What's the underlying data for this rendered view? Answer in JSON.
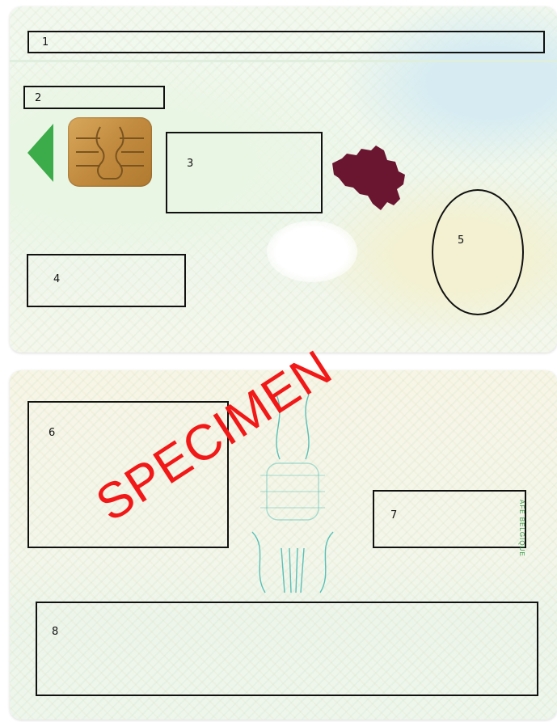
{
  "front": {
    "fields": [
      {
        "number": "1"
      },
      {
        "number": "2"
      },
      {
        "number": "3"
      },
      {
        "number": "4"
      },
      {
        "number": "5"
      }
    ]
  },
  "back": {
    "fields": [
      {
        "number": "6"
      },
      {
        "number": "7"
      },
      {
        "number": "8"
      }
    ],
    "edge_microtext": "AFE BELGIQUE"
  },
  "watermark": {
    "text": "SPECIMEN",
    "color": "#f21818"
  },
  "colors": {
    "chip": "#c18a3e",
    "arrow": "#3cab4a",
    "map_silhouette": "#6b1630",
    "guilloche_teal": "#3fb7b0"
  },
  "icons": [
    "chip-icon",
    "arrow-icon",
    "belgium-map-icon",
    "hologram-icon"
  ]
}
